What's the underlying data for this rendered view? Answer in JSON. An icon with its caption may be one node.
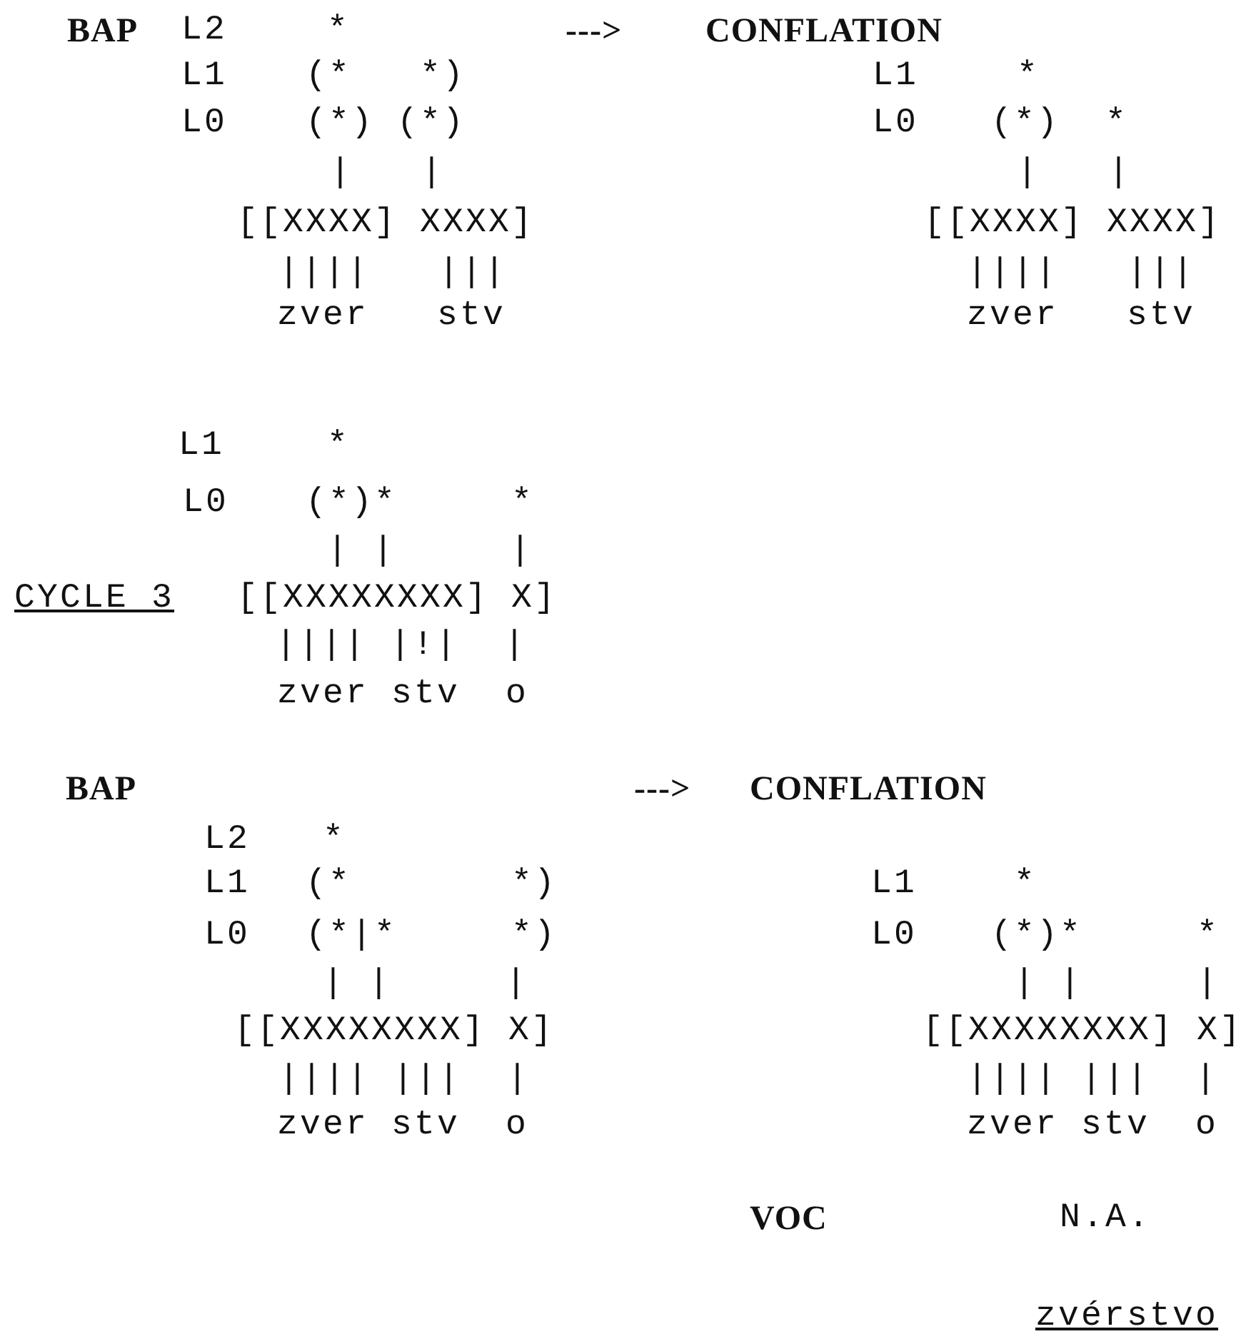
{
  "diagram": {
    "labels": [
      "BAP",
      "L2",
      "*",
      "--->",
      "CONFLATION",
      "L1",
      "(*   *)",
      "L1",
      "*",
      "L0",
      "(*) (*)",
      "L0",
      "(*)  *",
      "|   |",
      "|   |",
      "[[XXXX] XXXX]",
      "[[XXXX] XXXX]",
      "||||   |||",
      "||||   |||",
      "zver   stv",
      "zver   stv",
      "L1",
      "*",
      "L0",
      "(*)*     *",
      "| |     |",
      "CYCLE 3",
      "[[XXXXXXXX] X]",
      "|||| |!|  |",
      "zver stv  o",
      "BAP",
      "--->",
      "CONFLATION",
      "L2",
      "*",
      "L1",
      "(*       *)",
      "L1",
      "*",
      "L0",
      "(*|*     *)",
      "L0",
      "(*)*     *",
      "| |     |",
      "| |     |",
      "[[XXXXXXXX] X]",
      "[[XXXXXXXX] X]",
      "|||| |||  |",
      "|||| |||  |",
      "zver stv  o",
      "zver stv  o",
      "VOC",
      "N.A.",
      "zvérstvo"
    ]
  }
}
